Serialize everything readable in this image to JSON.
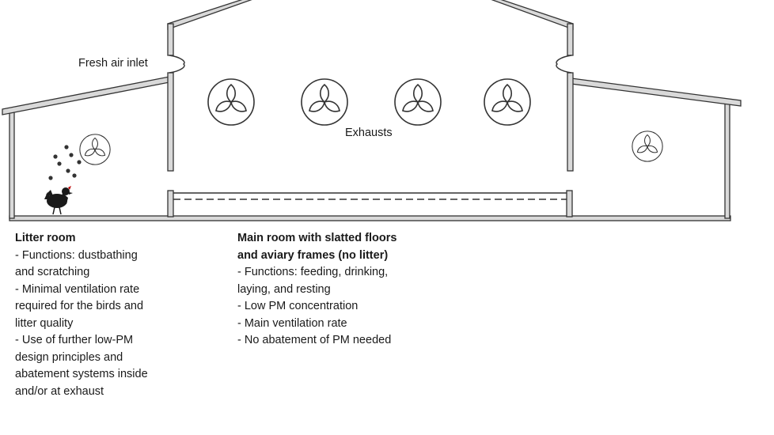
{
  "diagram": {
    "labels": {
      "fresh_air_inlet": "Fresh air inlet",
      "exhausts": "Exhausts"
    },
    "icons": {
      "fan": "fan-icon",
      "bird": "chicken-icon",
      "dust": "dust-particle-icon",
      "inlet": "air-inlet-flap-icon"
    },
    "colors": {
      "wall_fill": "#d9d9d9",
      "wall_stroke": "#333333",
      "text": "#1a1a1a"
    }
  },
  "litter_room": {
    "title": "Litter room",
    "lines": [
      "- Functions: dustbathing",
      "and scratching",
      "- Minimal ventilation rate",
      "required for the birds and",
      "litter quality",
      "- Use of further low-PM",
      "design principles and",
      "abatement systems inside",
      "and/or at exhaust"
    ]
  },
  "main_room": {
    "title_lines": [
      "Main room with slatted floors",
      "and aviary frames (no litter)"
    ],
    "lines": [
      "- Functions: feeding, drinking,",
      "laying, and resting",
      "- Low PM concentration",
      "- Main ventilation rate",
      "- No abatement of PM needed"
    ]
  }
}
